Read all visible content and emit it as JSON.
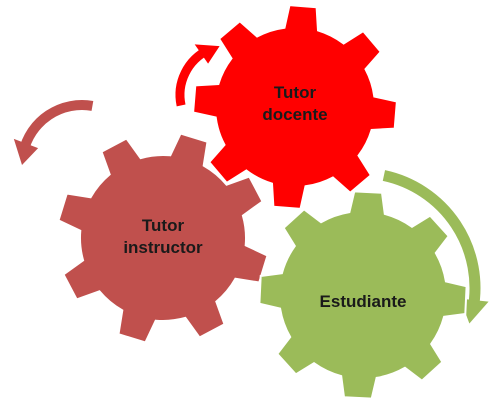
{
  "gears": [
    {
      "id": "tutor-docente",
      "lines": [
        "Tutor",
        "docente"
      ],
      "color": "#ff0000"
    },
    {
      "id": "tutor-instructor",
      "lines": [
        "Tutor",
        "instructor"
      ],
      "color": "#c0504d"
    },
    {
      "id": "estudiante",
      "lines": [
        "Estudiante"
      ],
      "color": "#9bbb59"
    }
  ],
  "arrows": [
    {
      "id": "arrow-red",
      "color": "#ff0000"
    },
    {
      "id": "arrow-dark-red",
      "color": "#c0504d"
    },
    {
      "id": "arrow-green",
      "color": "#9bbb59"
    }
  ]
}
